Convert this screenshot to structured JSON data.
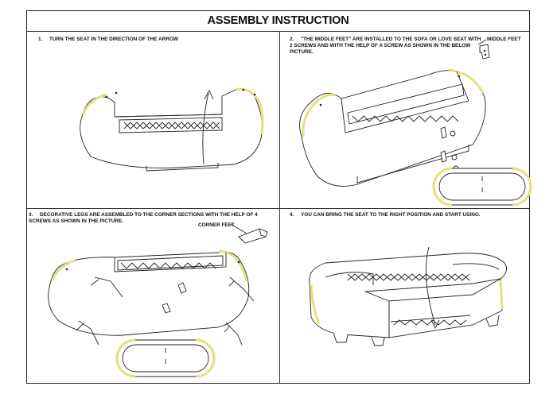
{
  "title": "ASSEMBLY INSTRUCTION",
  "steps": [
    {
      "num": "1.",
      "text": "TURN THE SEAT IN THE DIRECTION OF THE ARROW"
    },
    {
      "num": "2.",
      "text": "\"THE MIDDLE FEET\" ARE INSTALLED TO THE SOFA OR LOVE SEAT WITH 2 SCREWS AND WITH THE HELP OF A SCREW  AS SHOWN IN THE BELOW PICTURE."
    },
    {
      "num": "3.",
      "text": "DECORATIVE LEGS ARE ASSEMBLED TO THE CORNER SECTIONS WITH THE HELP OF 4 SCREWS AS SHOWN IN THE PICTURE."
    },
    {
      "num": "4.",
      "text": "YOU CAN BRING THE SEAT TO THE RIGHT POSITION AND START USING."
    }
  ],
  "callouts": {
    "middle_feet": "MIDDLE FEET",
    "corner_feet": "CORNER FEET"
  },
  "colors": {
    "trim": "#e6e07a",
    "line": "#222222"
  }
}
